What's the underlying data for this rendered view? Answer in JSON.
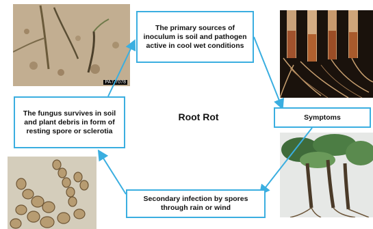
{
  "diagram": {
    "center_title": "Root Rot",
    "boxes": {
      "top": "The primary sources of inoculum is soil and pathogen active in cool wet conditions",
      "right": "Symptoms",
      "bottom": "Secondary  infection by spores through rain or wind",
      "left": "The fungus survives in soil and plant debris in form of resting spore or sclerotia"
    },
    "photo_watermark": "PA7-7078",
    "arrow_color": "#3aaee0"
  }
}
